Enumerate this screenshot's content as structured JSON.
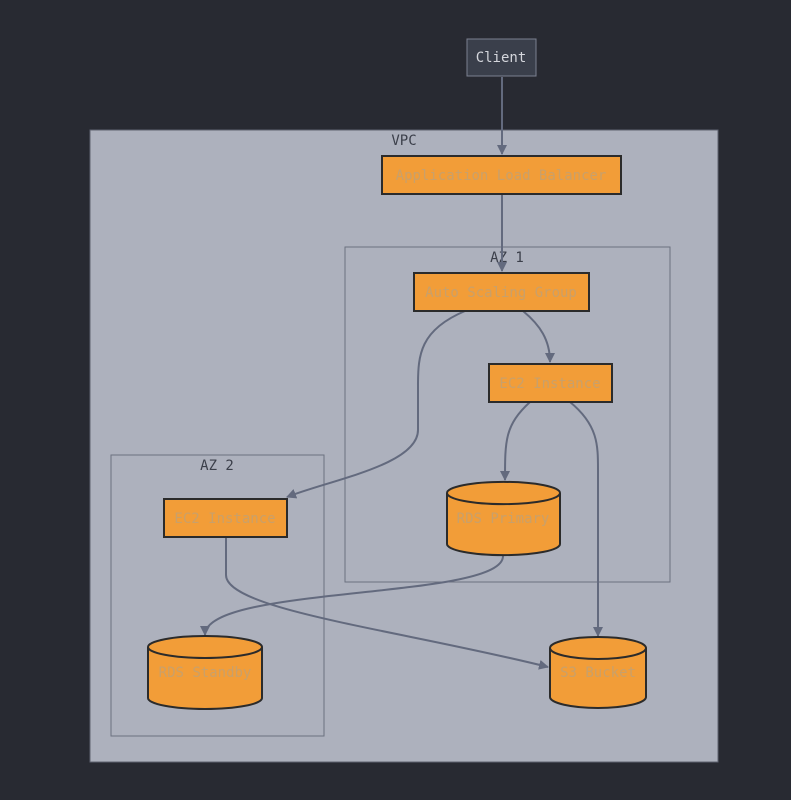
{
  "colors": {
    "background": "#282a32",
    "vpc_fill": "#adb1bd",
    "vpc_border": "#5e6270",
    "subgraph_border": "#6c7180",
    "node_fill": "#f29d38",
    "node_stroke": "#2b2b2b",
    "node_text": "#c9a06a",
    "edge": "#636a7e",
    "client_fill": "#3a3f4b",
    "client_border": "#7b8090",
    "client_text": "#d4d6dc",
    "group_label": "#3b3f4a"
  },
  "groups": {
    "vpc": "VPC",
    "az1": "AZ 1",
    "az2": "AZ 2"
  },
  "nodes": {
    "client": {
      "label": "Client",
      "shape": "box"
    },
    "alb": {
      "label": "Application Load Balancer",
      "shape": "box"
    },
    "asg": {
      "label": "Auto Scaling Group",
      "shape": "box"
    },
    "ec2_az1": {
      "label": "EC2 Instance",
      "shape": "box"
    },
    "ec2_az2": {
      "label": "EC2 Instance",
      "shape": "box"
    },
    "rds_primary": {
      "label": "RDS Primary",
      "shape": "cylinder"
    },
    "rds_standby": {
      "label": "RDS Standby",
      "shape": "cylinder"
    },
    "s3": {
      "label": "S3 Bucket",
      "shape": "cylinder"
    }
  },
  "edges": [
    {
      "from": "client",
      "to": "alb"
    },
    {
      "from": "alb",
      "to": "asg"
    },
    {
      "from": "asg",
      "to": "ec2_az1"
    },
    {
      "from": "asg",
      "to": "ec2_az2"
    },
    {
      "from": "ec2_az1",
      "to": "rds_primary"
    },
    {
      "from": "ec2_az1",
      "to": "s3"
    },
    {
      "from": "ec2_az2",
      "to": "s3"
    },
    {
      "from": "rds_primary",
      "to": "rds_standby"
    }
  ]
}
